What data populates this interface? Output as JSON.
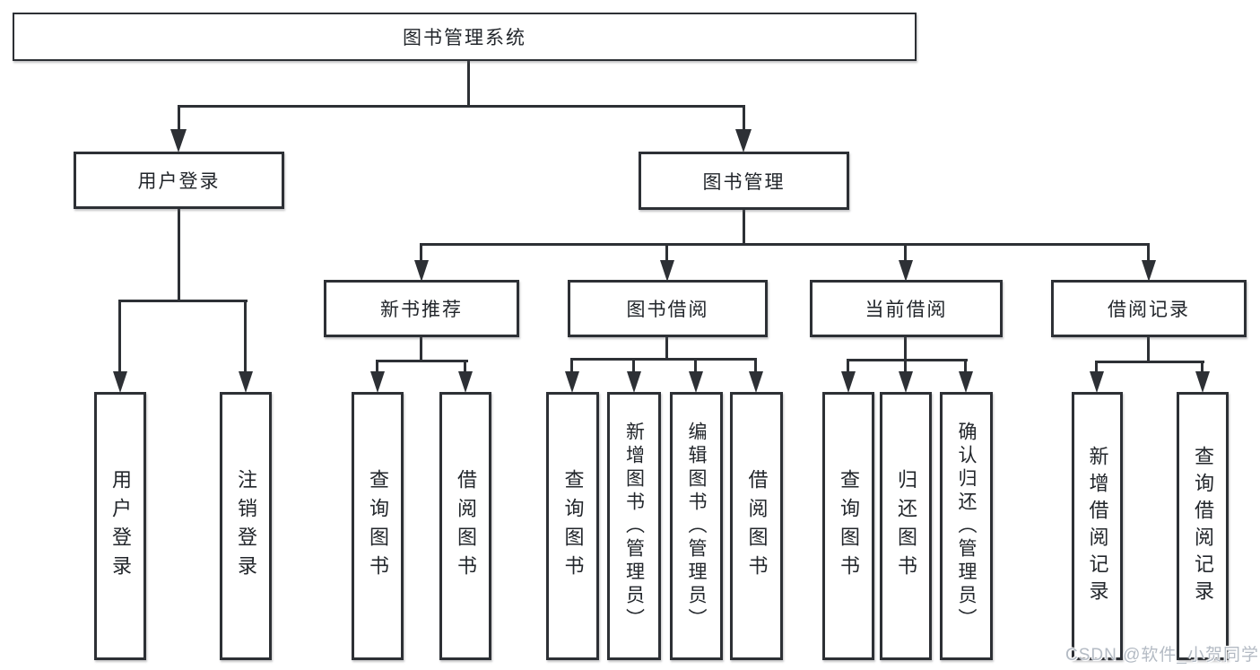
{
  "colors": {
    "line": "#2d3035",
    "text": "#22262b",
    "watermark_text": "#b4bbc4",
    "background": "#ffffff"
  },
  "tree": {
    "root": {
      "label": "图书管理系统"
    },
    "branches": [
      {
        "label": "用户登录",
        "children": [
          {
            "label": "用户登录"
          },
          {
            "label": "注销登录"
          }
        ]
      },
      {
        "label": "图书管理",
        "sections": [
          {
            "label": "新书推荐",
            "children": [
              {
                "label": "查询图书"
              },
              {
                "label": "借阅图书"
              }
            ]
          },
          {
            "label": "图书借阅",
            "children": [
              {
                "label": "查询图书"
              },
              {
                "label": "新增图书（管理员）"
              },
              {
                "label": "编辑图书（管理员）"
              },
              {
                "label": "借阅图书"
              }
            ]
          },
          {
            "label": "当前借阅",
            "children": [
              {
                "label": "查询图书"
              },
              {
                "label": "归还图书"
              },
              {
                "label": "确认归还（管理员）"
              }
            ]
          },
          {
            "label": "借阅记录",
            "children": [
              {
                "label": "新增借阅记录"
              },
              {
                "label": "查询借阅记录"
              }
            ]
          }
        ]
      }
    ]
  },
  "watermark": {
    "text": "CSDN @软件_小贺同学"
  }
}
